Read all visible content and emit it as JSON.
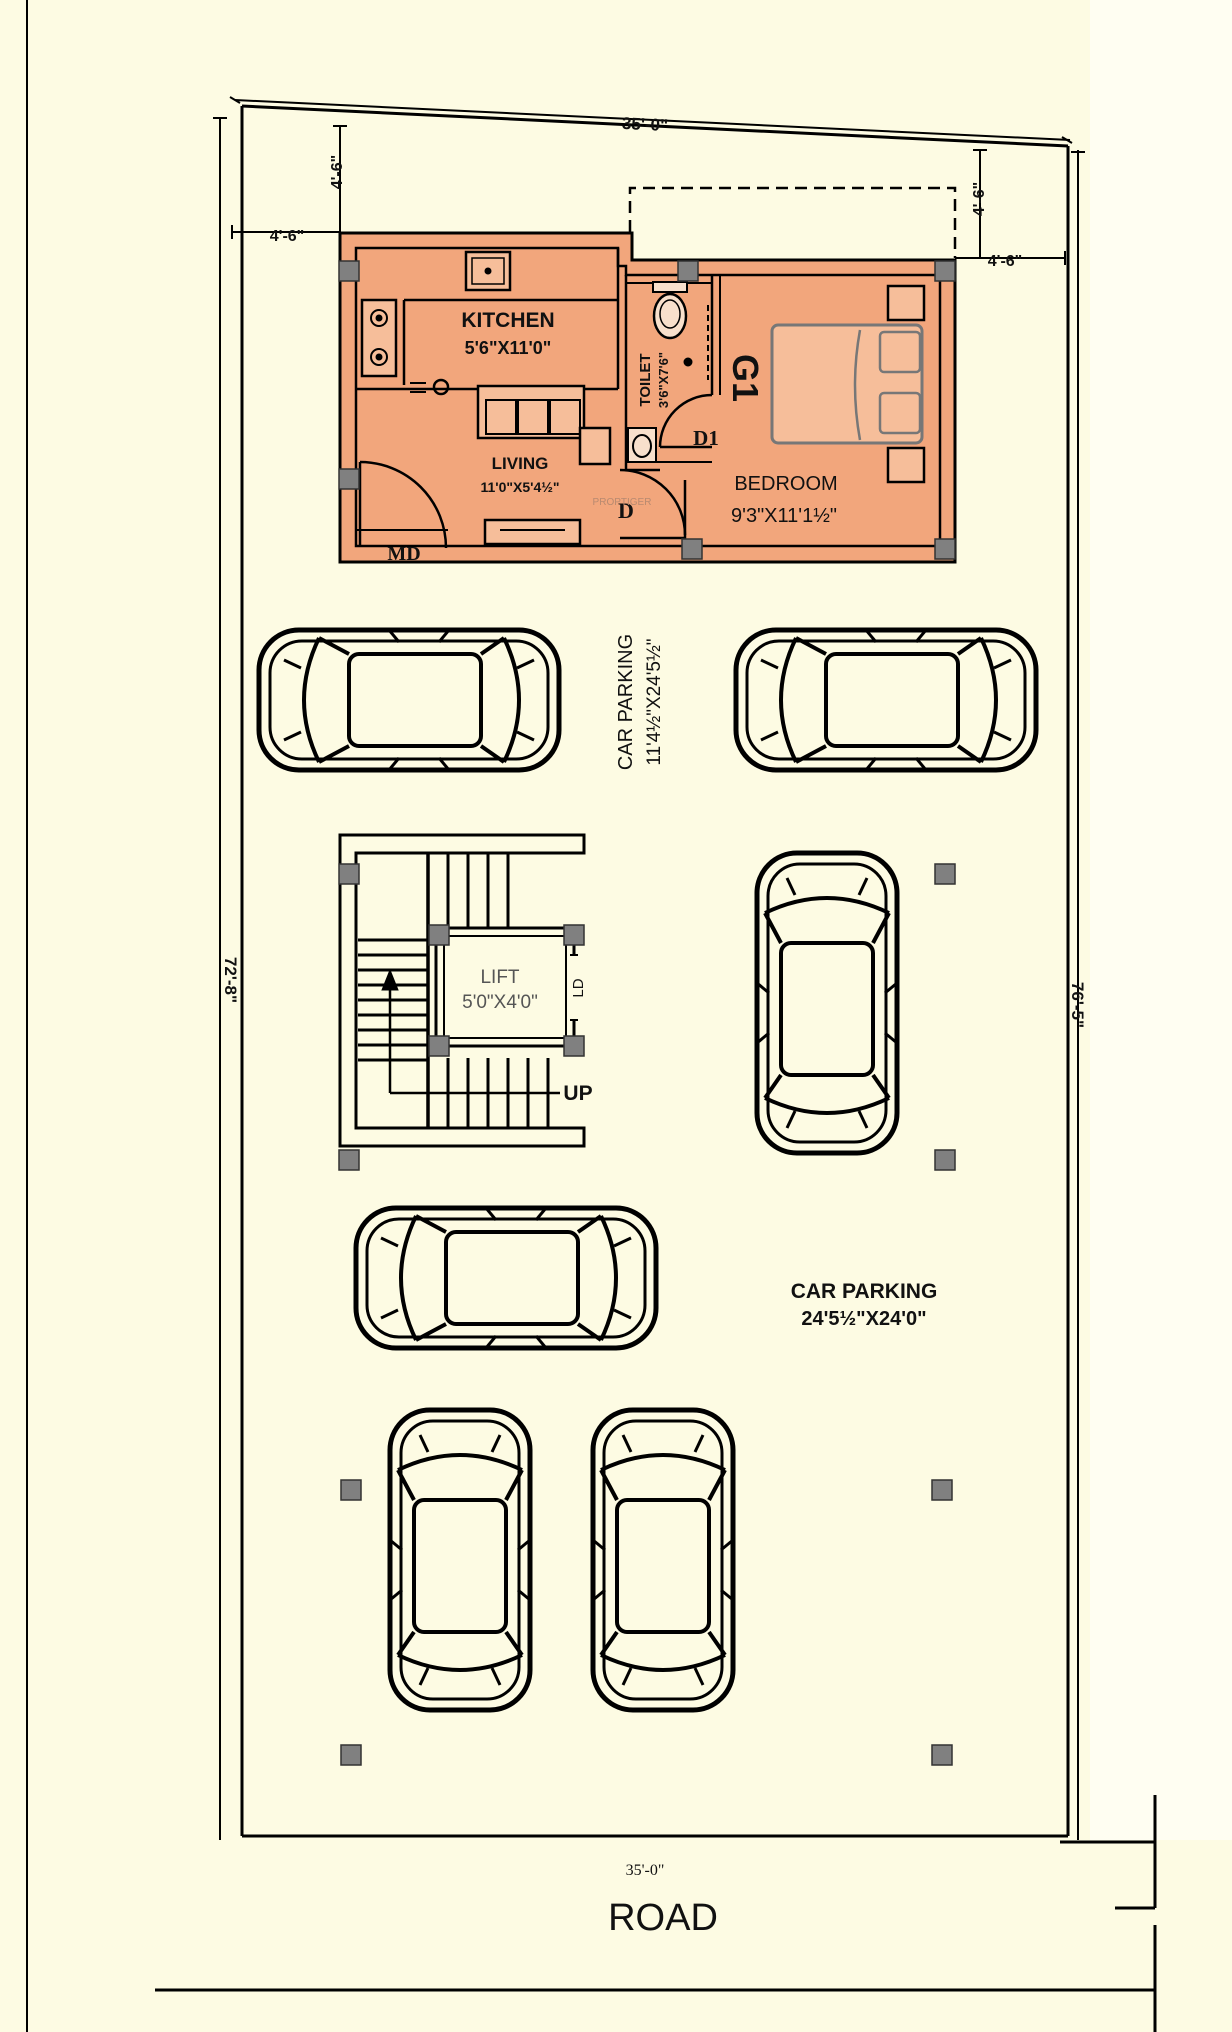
{
  "dimensions": {
    "top_width": "35'-0\"",
    "bottom_width": "35'-0\"",
    "left_depth": "72'-8\"",
    "right_depth": "76'-5\"",
    "setback_left_side": "4'-6\"",
    "setback_right_side": "4'-6\"",
    "setback_front_left": "4'-6\"",
    "setback_front_right": "4'-6\""
  },
  "rooms": {
    "kitchen": {
      "name": "KITCHEN",
      "size": "5'6\"X11'0\""
    },
    "living": {
      "name": "LIVING",
      "size": "11'0\"X5'4½\""
    },
    "toilet": {
      "name": "TOILET",
      "size": "3'6\"X7'6\""
    },
    "bedroom": {
      "name": "BEDROOM",
      "size": "9'3\"X11'1½\""
    },
    "unit": "G1"
  },
  "doors": {
    "main": "MD",
    "door": "D",
    "door_bath": "D1"
  },
  "parking_upper": {
    "name": "CAR PARKING",
    "size": "11'4½\"X24'5½\""
  },
  "parking_lower": {
    "name": "CAR PARKING",
    "size": "24'5½\"X24'0\""
  },
  "lift": {
    "name": "LIFT",
    "size": "5'0\"X4'0\"",
    "door": "LD"
  },
  "stairs": {
    "label": "UP"
  },
  "road": "ROAD",
  "watermark": "PROPTIGER",
  "colors": {
    "background": "#fdfbe3",
    "unit_fill": "#f2a67c",
    "line": "#000000",
    "column": "#808080"
  }
}
